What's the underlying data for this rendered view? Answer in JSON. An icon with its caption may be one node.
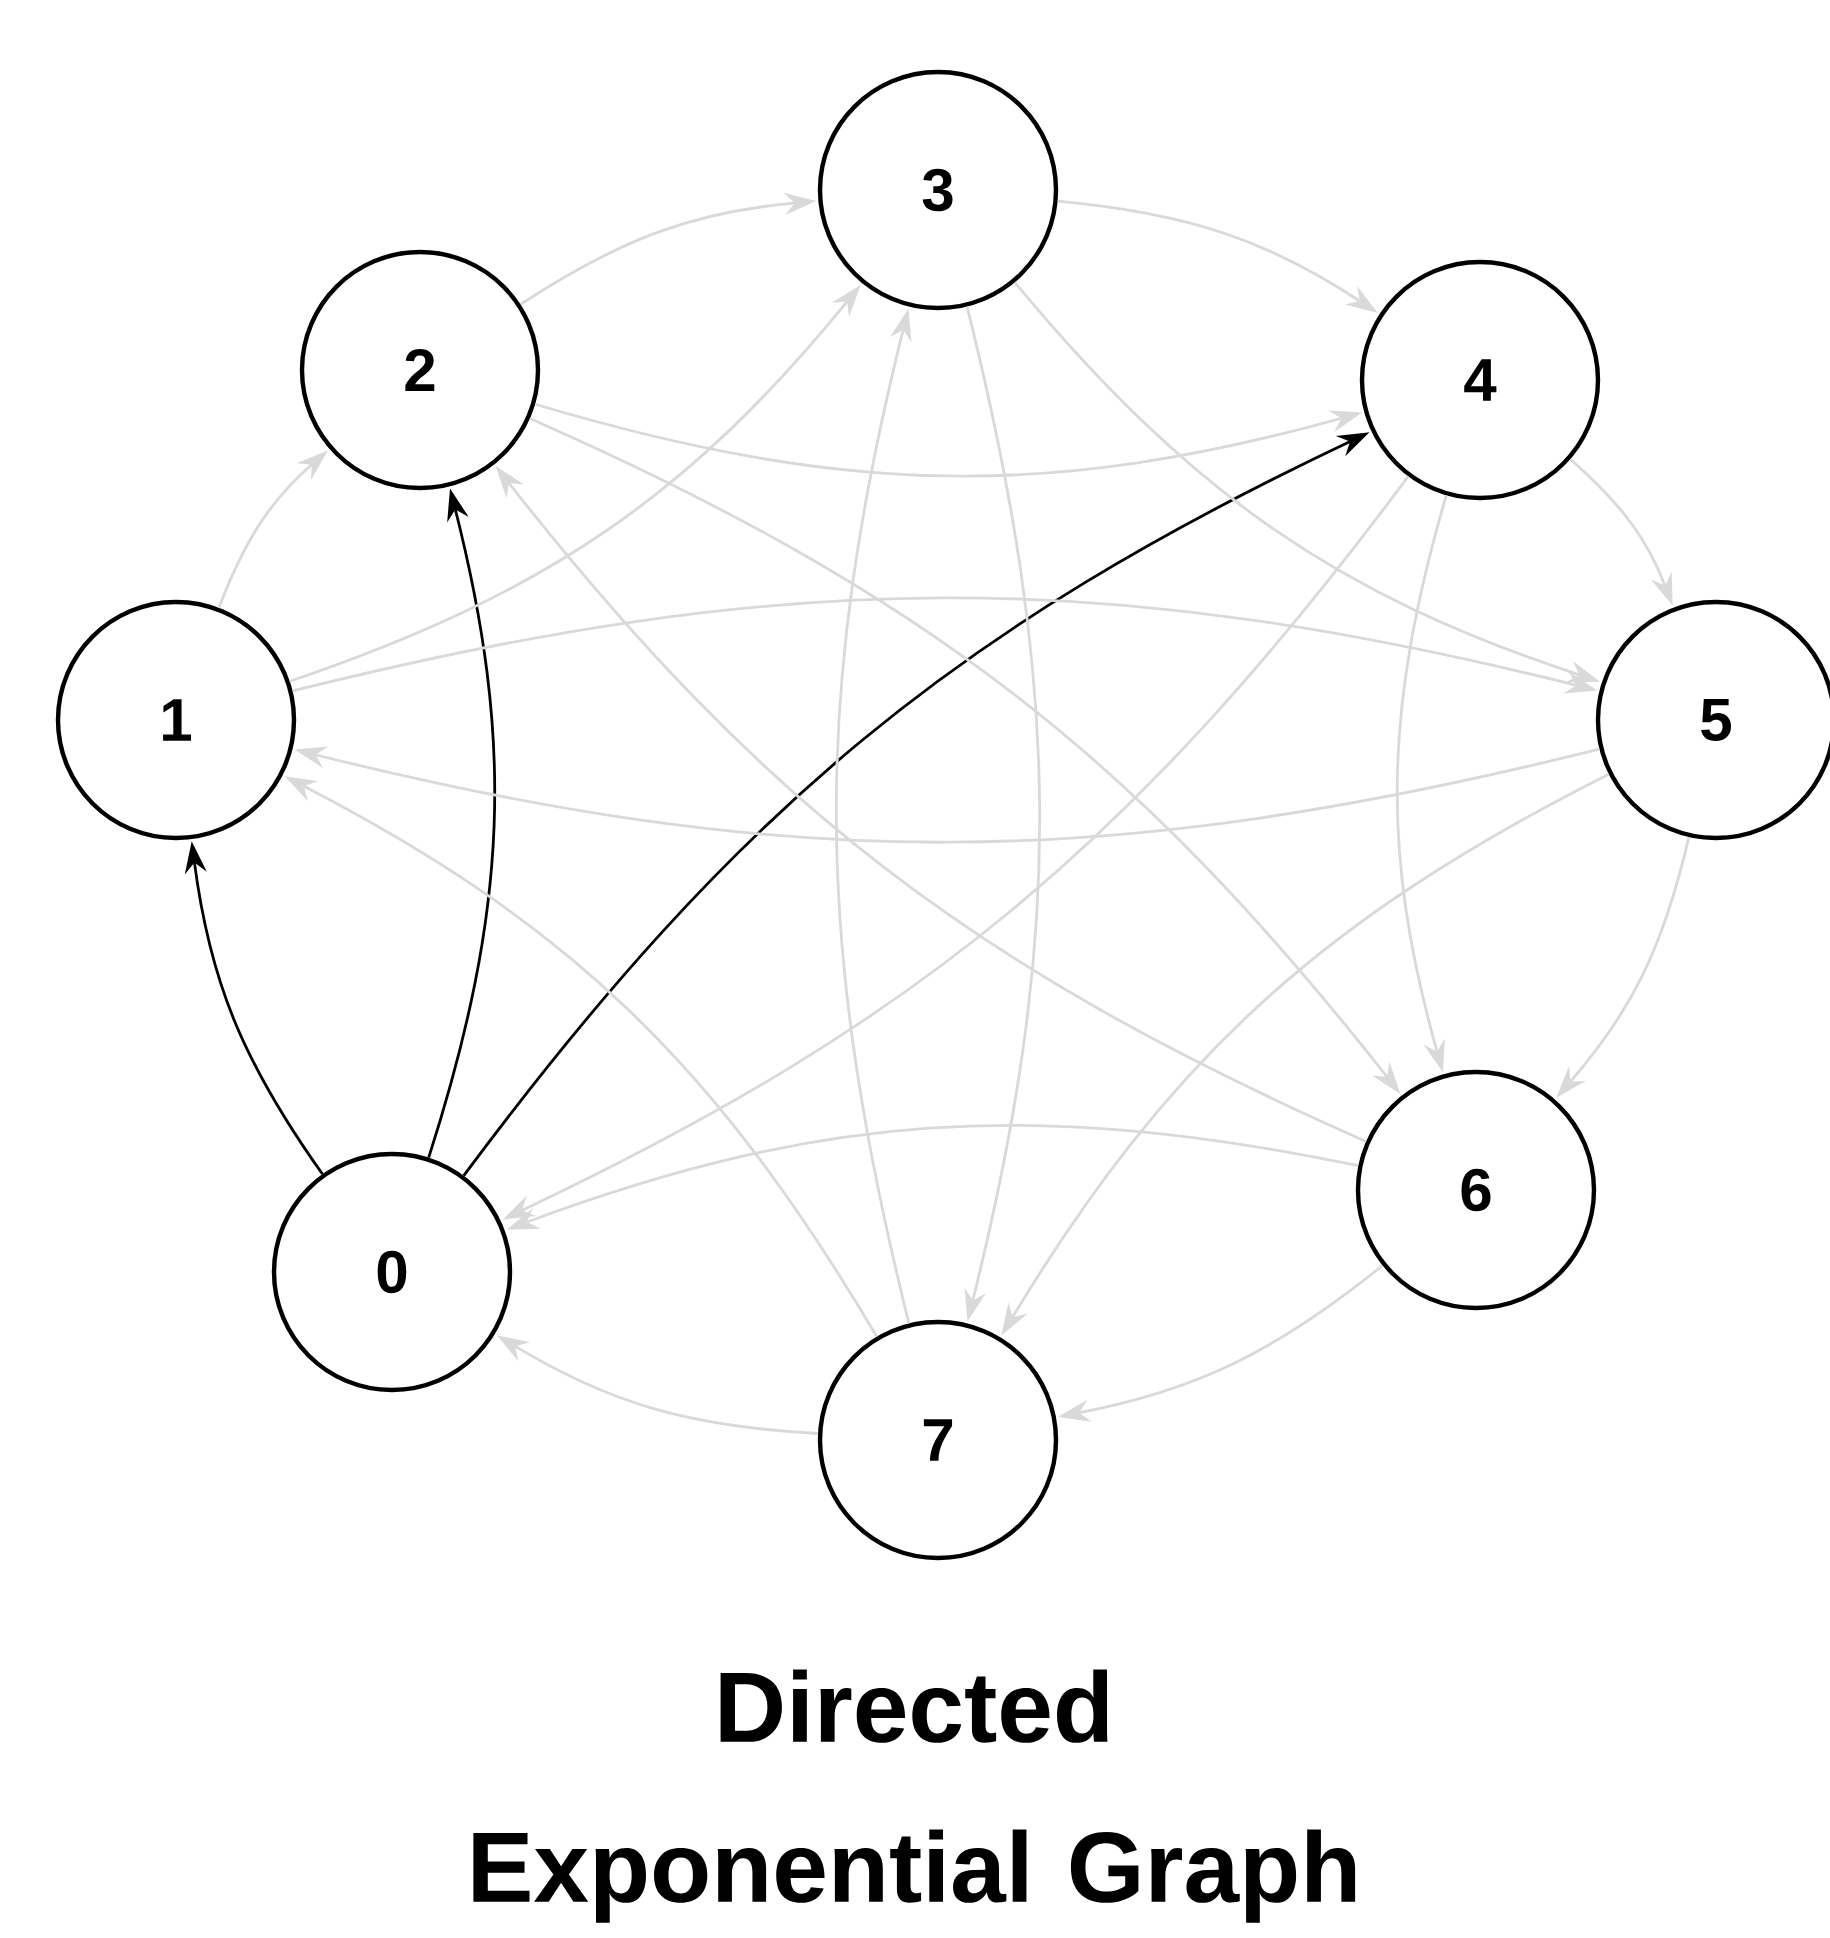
{
  "diagram": {
    "title": "Directed Exponential Graph",
    "nodes": [
      {
        "text": [
          "0"
        ]
      },
      {
        "text": [
          "1"
        ]
      },
      {
        "text": [
          "2"
        ]
      },
      {
        "text": [
          "3"
        ]
      },
      {
        "text": [
          "4"
        ]
      },
      {
        "text": [
          "5"
        ]
      },
      {
        "text": [
          "6"
        ]
      },
      {
        "text": [
          "7"
        ]
      }
    ],
    "edges": [
      {
        "from": 0,
        "to": 1,
        "arrow": "to",
        "color": "#000000"
      },
      {
        "from": 0,
        "to": 2,
        "arrow": "to",
        "color": "#000000"
      },
      {
        "from": 0,
        "to": 4,
        "arrow": "to",
        "color": "#000000"
      },
      {
        "from": 1,
        "to": 2,
        "arrow": "to"
      },
      {
        "from": 1,
        "to": 3,
        "arrow": "to"
      },
      {
        "from": 1,
        "to": 5,
        "arrow": "to"
      },
      {
        "from": 2,
        "to": 3,
        "arrow": "to"
      },
      {
        "from": 2,
        "to": 4,
        "arrow": "to"
      },
      {
        "from": 2,
        "to": 6,
        "arrow": "to"
      },
      {
        "from": 3,
        "to": 4,
        "arrow": "to"
      },
      {
        "from": 3,
        "to": 5,
        "arrow": "to"
      },
      {
        "from": 3,
        "to": 7,
        "arrow": "to"
      },
      {
        "from": 4,
        "to": 5,
        "arrow": "to"
      },
      {
        "from": 4,
        "to": 6,
        "arrow": "to"
      },
      {
        "from": 4,
        "to": 0,
        "arrow": "to"
      },
      {
        "from": 5,
        "to": 6,
        "arrow": "to"
      },
      {
        "from": 5,
        "to": 7,
        "arrow": "to"
      },
      {
        "from": 5,
        "to": 1,
        "arrow": "to"
      },
      {
        "from": 6,
        "to": 7,
        "arrow": "to"
      },
      {
        "from": 6,
        "to": 0,
        "arrow": "to"
      },
      {
        "from": 6,
        "to": 2,
        "arrow": "to"
      },
      {
        "from": 7,
        "to": 0,
        "arrow": "to"
      },
      {
        "from": 7,
        "to": 1,
        "arrow": "to"
      },
      {
        "from": 7,
        "to": 3,
        "arrow": "to"
      }
    ]
  }
}
